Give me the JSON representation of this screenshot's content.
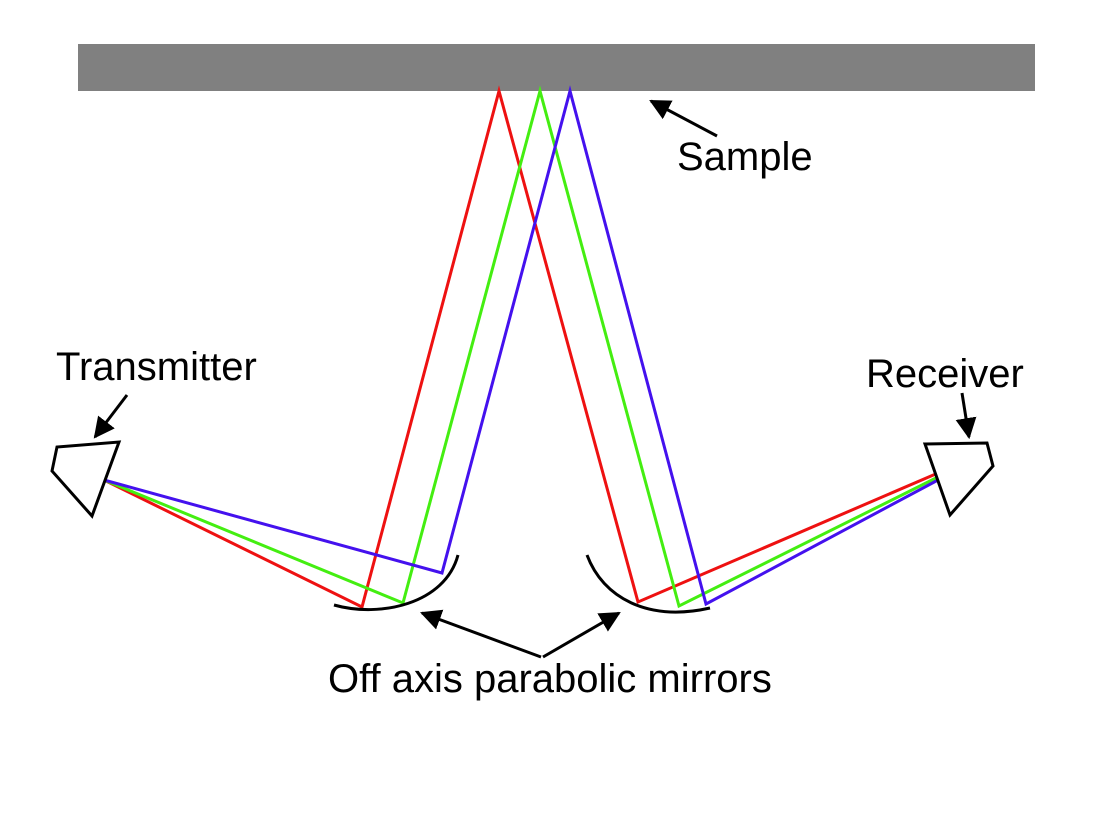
{
  "labels": {
    "sample": "Sample",
    "transmitter": "Transmitter",
    "receiver": "Receiver",
    "mirrors": "Off axis parabolic mirrors"
  },
  "colors": {
    "sample": "#808080",
    "beam_red": "#ee1111",
    "beam_green": "#44ee11",
    "beam_blue": "#4411ee",
    "outline": "#000000"
  }
}
